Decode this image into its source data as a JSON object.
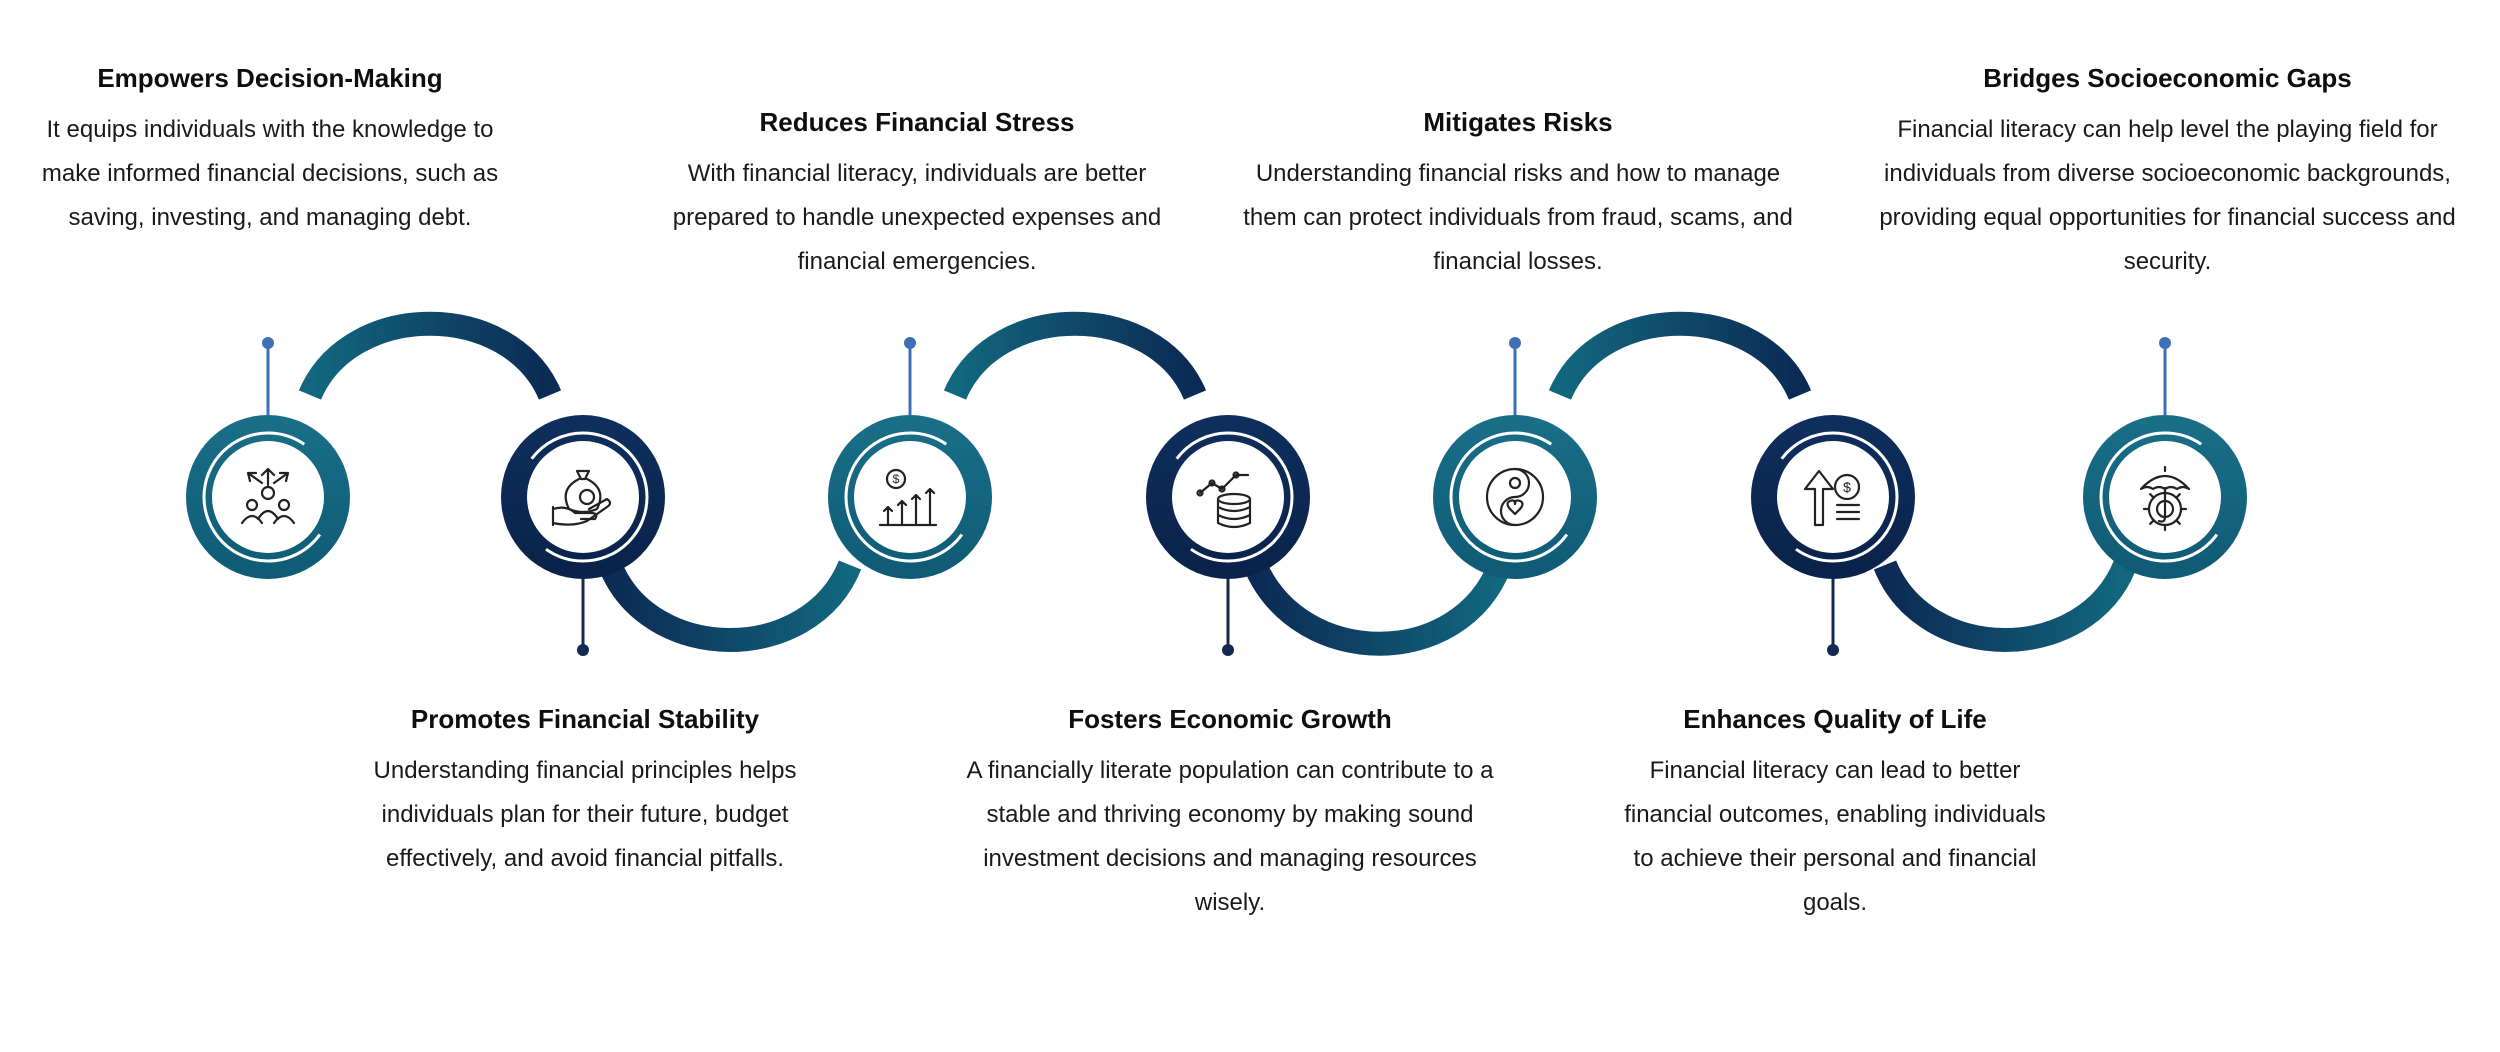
{
  "colors": {
    "teal": "#12677f",
    "navy": "#0c2a55",
    "connector_dot": "#3f6fb7",
    "connector_dot_dark": "#13294f"
  },
  "items": [
    {
      "id": "empowers",
      "title": "Empowers Decision-Making",
      "text": "It equips individuals with the knowledge to make informed financial decisions, such as saving, investing, and managing debt.",
      "icon": "decision-icon",
      "ring": "teal",
      "position": "top"
    },
    {
      "id": "promotes",
      "title": "Promotes Financial Stability",
      "text": "Understanding financial principles helps individuals plan for their future, budget effectively, and avoid financial pitfalls.",
      "icon": "money-bag-hand-icon",
      "ring": "navy",
      "position": "bottom"
    },
    {
      "id": "reduces",
      "title": "Reduces Financial Stress",
      "text": "With financial literacy, individuals are better prepared to handle unexpected expenses and financial emergencies.",
      "icon": "growth-bars-icon",
      "ring": "teal",
      "position": "top"
    },
    {
      "id": "fosters",
      "title": "Fosters Economic Growth",
      "text": "A financially literate population can contribute to a stable and thriving economy by making sound investment decisions and managing resources wisely.",
      "icon": "coins-trend-icon",
      "ring": "navy",
      "position": "bottom"
    },
    {
      "id": "mitigates",
      "title": "Mitigates Risks",
      "text": "Understanding financial risks and how to manage them can protect individuals from fraud, scams, and financial losses.",
      "icon": "balance-icon",
      "ring": "teal",
      "position": "top"
    },
    {
      "id": "enhances",
      "title": "Enhances Quality of Life",
      "text": "Financial literacy can lead to better financial outcomes, enabling individuals to achieve their personal and financial goals.",
      "icon": "coin-arrow-up-icon",
      "ring": "navy",
      "position": "bottom"
    },
    {
      "id": "bridges",
      "title": "Bridges Socioeconomic Gaps",
      "text": "Financial literacy can help level the playing field for individuals from diverse socioeconomic backgrounds, providing equal opportunities for financial success and security.",
      "icon": "umbrella-gear-icon",
      "ring": "teal",
      "position": "top"
    }
  ]
}
